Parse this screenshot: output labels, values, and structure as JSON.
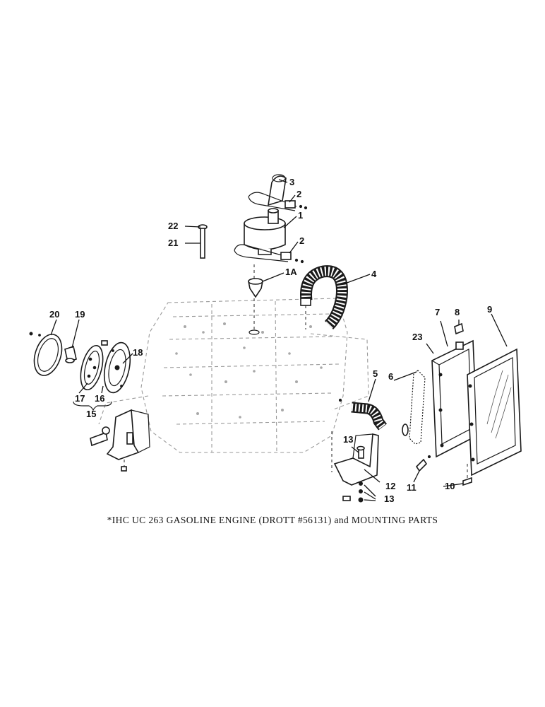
{
  "caption": "*IHC UC 263 GASOLINE ENGINE (DROTT #56131) and MOUNTING PARTS",
  "callouts": {
    "c1": "1",
    "c1a": "1A",
    "c2a": "2",
    "c2b": "2",
    "c3": "3",
    "c4": "4",
    "c5": "5",
    "c6": "6",
    "c7": "7",
    "c8": "8",
    "c9": "9",
    "c10": "10",
    "c11": "11",
    "c12": "12",
    "c13a": "13",
    "c13b": "13",
    "c15": "15",
    "c16": "16",
    "c17": "17",
    "c18": "18",
    "c19": "19",
    "c20": "20",
    "c21": "21",
    "c22": "22",
    "c23": "23"
  }
}
